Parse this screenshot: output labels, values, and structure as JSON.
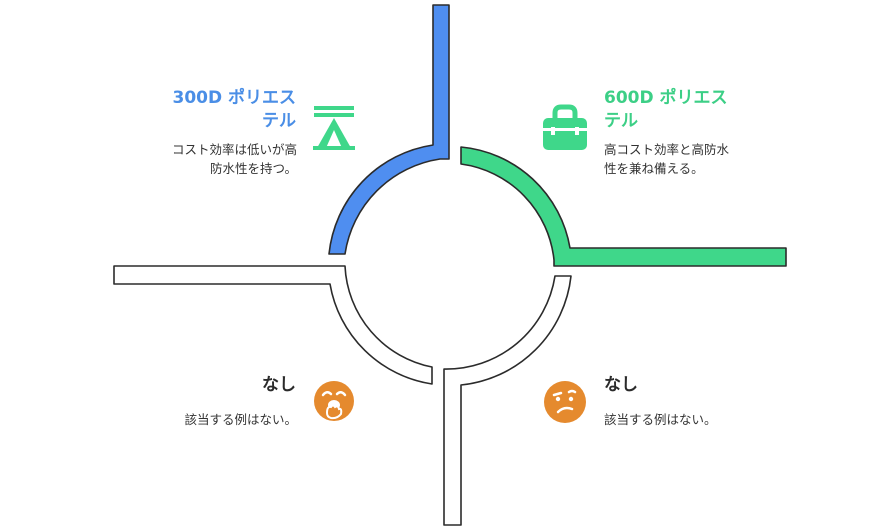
{
  "colors": {
    "blue": "#4f8ef0",
    "green": "#3fd78a",
    "orange": "#e58a2e",
    "title_blue": "#4a8ee6",
    "title_green": "#3ccf86",
    "outline": "#2b2b2b"
  },
  "quadrants": [
    {
      "id": "top-left",
      "title_line1": "300D ポリエス",
      "title_line2": "テル",
      "desc_line1": "コスト効率は低いが高",
      "desc_line2": "防水性を持つ。",
      "icon": "tent-icon"
    },
    {
      "id": "top-right",
      "title_line1": "600D ポリエス",
      "title_line2": "テル",
      "desc_line1": "高コスト効率と高防水",
      "desc_line2": "性を兼ね備える。",
      "icon": "backpack-icon"
    },
    {
      "id": "bottom-left",
      "title_line1": "なし",
      "desc_line1": "該当する例はない。",
      "icon": "yawning-face-icon"
    },
    {
      "id": "bottom-right",
      "title_line1": "なし",
      "desc_line1": "該当する例はない。",
      "icon": "confused-face-icon"
    }
  ]
}
